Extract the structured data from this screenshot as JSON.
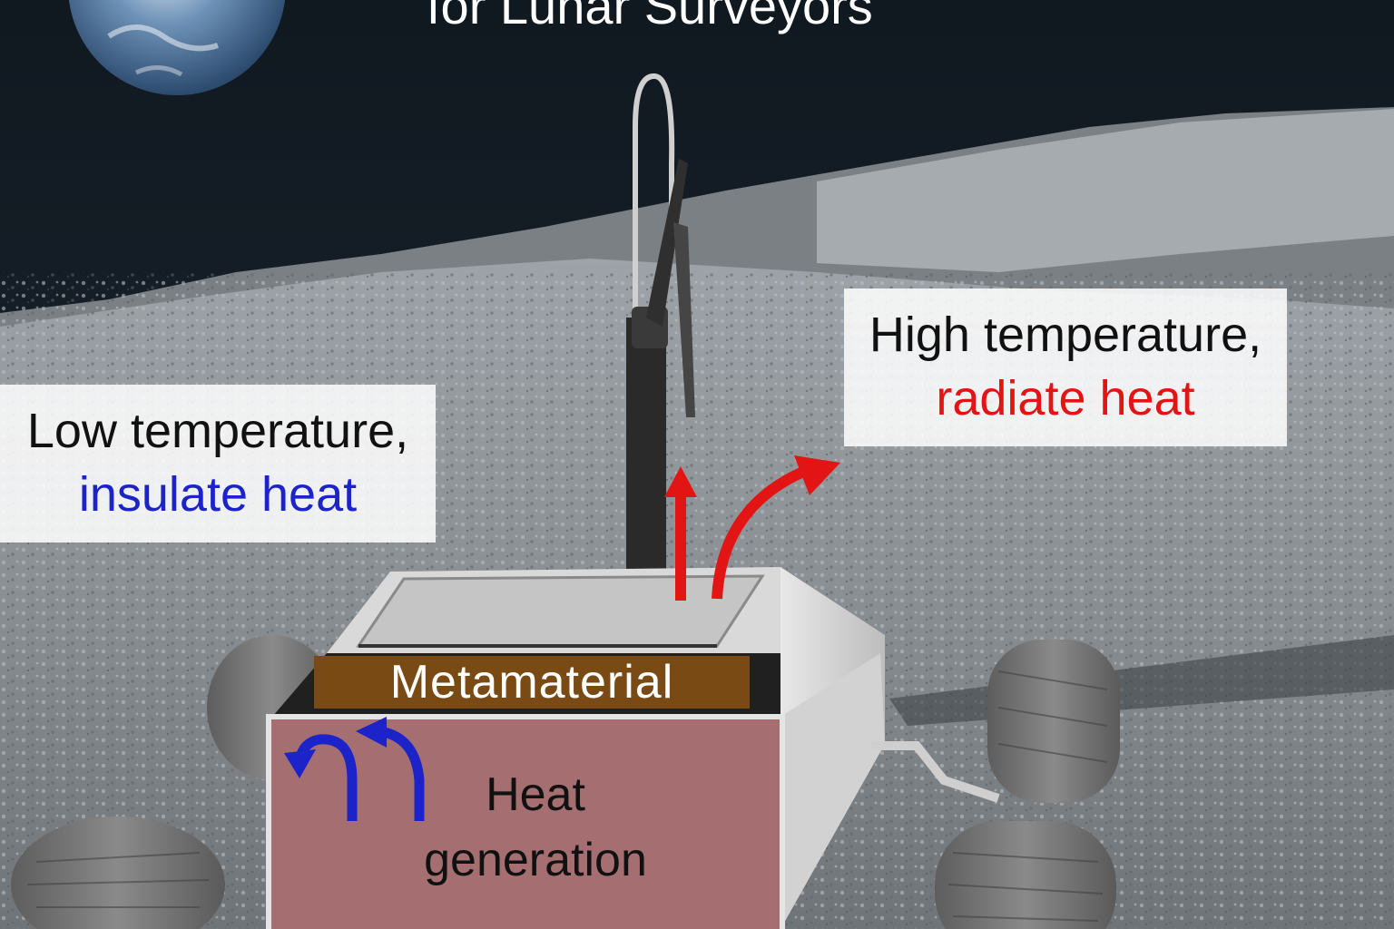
{
  "title": "for Lunar Surveyors",
  "left_callout": {
    "line1": "Low temperature,",
    "line2": "insulate heat"
  },
  "right_callout": {
    "line1": "High temperature,",
    "line2": "radiate heat"
  },
  "metamaterial_label": "Metamaterial",
  "heat_generation": {
    "line1": "Heat",
    "line2": "generation"
  },
  "colors": {
    "insulate": "#1b23c9",
    "radiate": "#e31414",
    "metamaterial": "#7a4a14",
    "heat_box": "#a56f72"
  },
  "icons": [
    "earth-icon",
    "rover-illustration",
    "antenna-mast",
    "heat-arrow-up",
    "heat-arrow-curved-right",
    "heat-arrow-curved-left"
  ]
}
